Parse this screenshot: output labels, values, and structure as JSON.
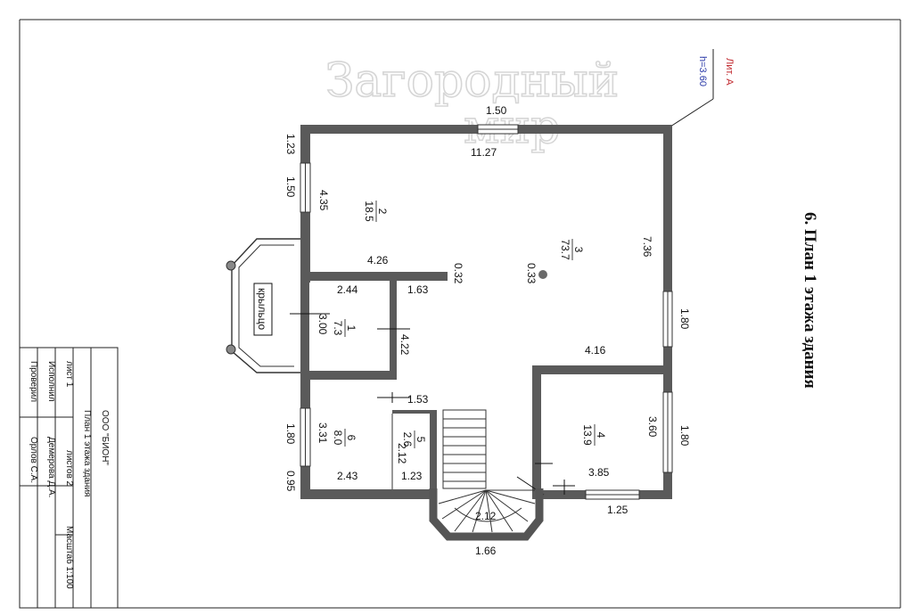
{
  "title": "6. План 1 этажа здания",
  "watermark": [
    "Загородный",
    "мир"
  ],
  "lit": {
    "name": "Лит. А",
    "height": "h=3.60"
  },
  "porch": "крыльцо",
  "rooms": [
    {
      "num": "1",
      "area": "7.3"
    },
    {
      "num": "2",
      "area": "18.5"
    },
    {
      "num": "3",
      "area": "73.7"
    },
    {
      "num": "4",
      "area": "13.9"
    },
    {
      "num": "5",
      "area": "2.6"
    },
    {
      "num": "6",
      "area": "8.0"
    }
  ],
  "dimensions": {
    "d_1_50_top": "1.50",
    "d_11_27": "11.27",
    "d_1_23": "1.23",
    "d_1_50_left": "1.50",
    "d_4_35": "4.35",
    "d_4_26": "4.26",
    "d_0_32": "0.32",
    "d_0_33": "0.33",
    "d_2_44": "2.44",
    "d_1_63": "1.63",
    "d_3_00": "3.00",
    "d_4_22": "4.22",
    "d_7_36": "7.36",
    "d_1_80_right": "1.80",
    "d_4_16": "4.16",
    "d_1_53": "1.53",
    "d_1_80_left": "1.80",
    "d_3_31": "3.31",
    "d_2_12_small": "2.12",
    "d_0_95": "0.95",
    "d_2_43": "2.43",
    "d_1_23_bottom": "1.23",
    "d_3_60": "3.60",
    "d_1_80_r2": "1.80",
    "d_3_85": "3.85",
    "d_1_25": "1.25",
    "d_2_12_stair": "2.12",
    "d_1_66": "1.66"
  },
  "stamp": {
    "company": "ООО \"БИОН\"",
    "plan_title": "План 1 этажа здания",
    "sheet": "лист 1",
    "sheets": "листов 2",
    "executed_label": "Исполнил",
    "executor": "Демерова Д.А.",
    "checked_label": "Проверил",
    "checker": "Орлов С.А.",
    "scale": "Масштаб 1:100"
  }
}
